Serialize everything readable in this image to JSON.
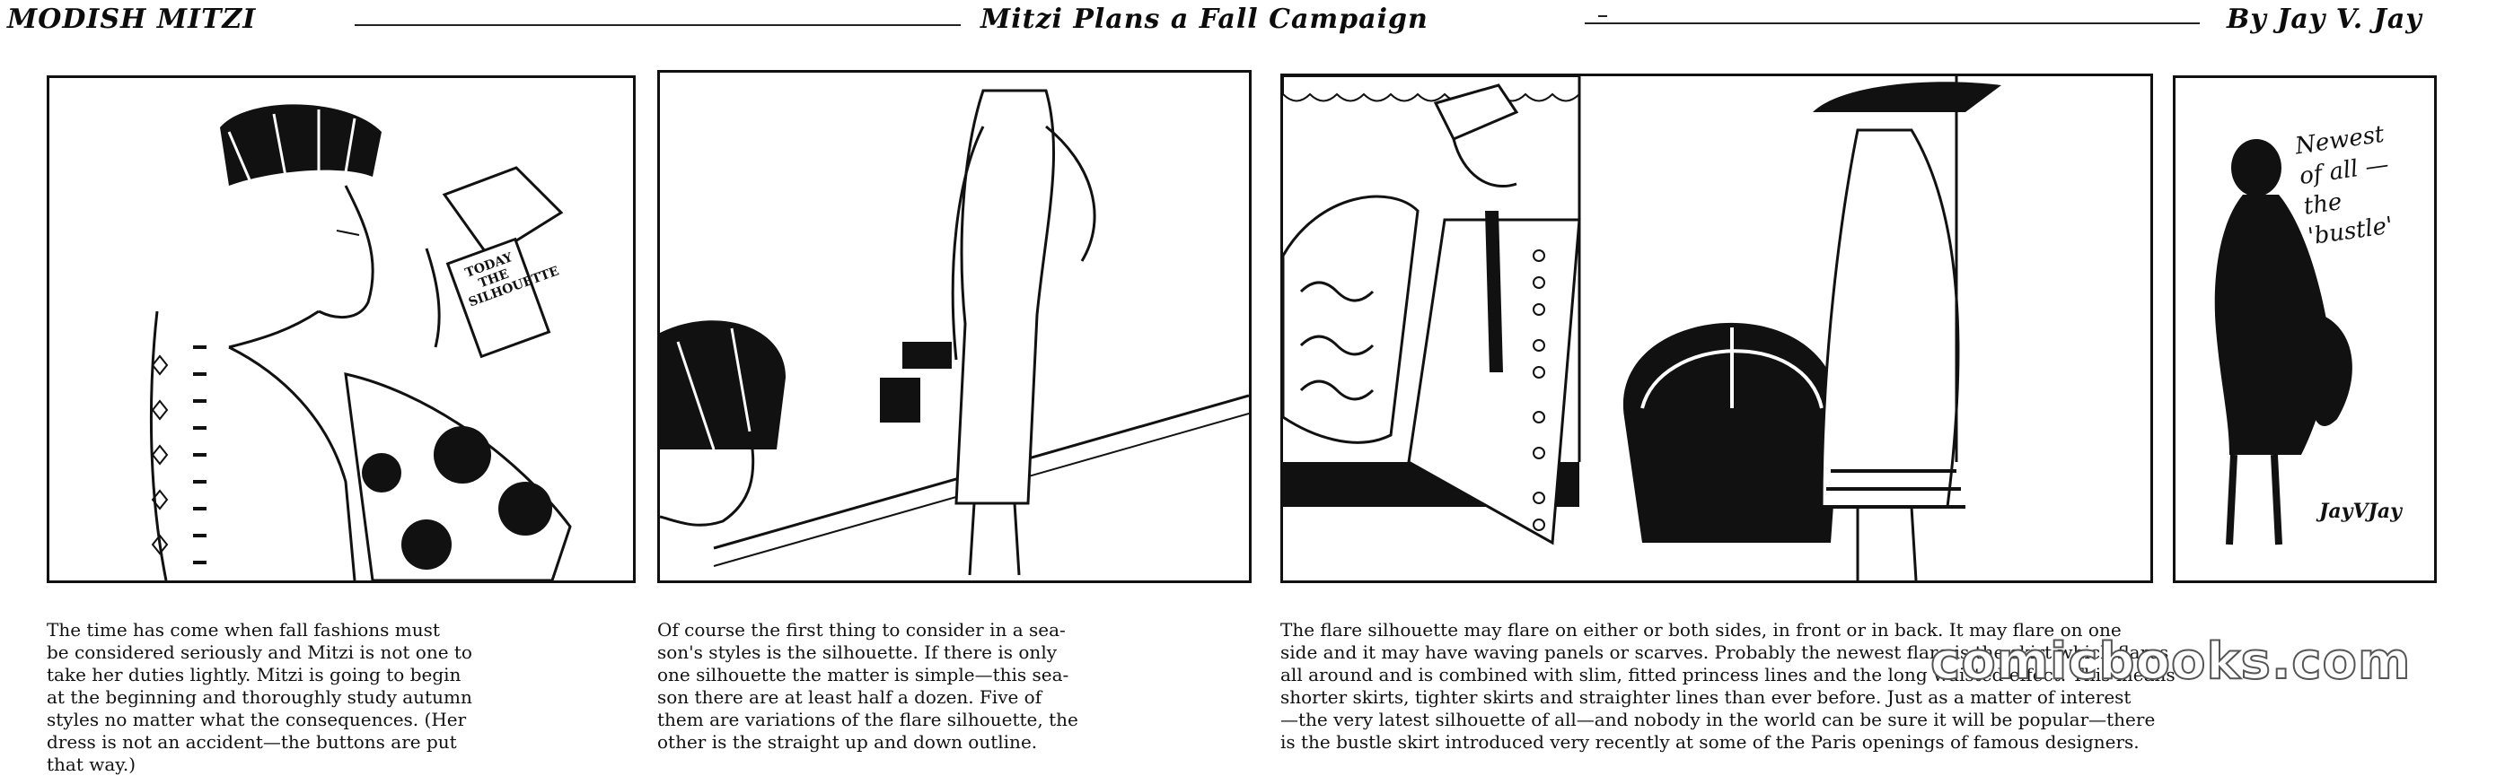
{
  "header": {
    "left_title": "MODISH MITZI",
    "center_title": "Mitzi Plans a Fall Campaign",
    "right_byline": "By Jay V. Jay"
  },
  "panels": [
    {
      "id": "panel-1",
      "sign_text": "TODAY THE SILHOUETTE"
    },
    {
      "id": "panel-2"
    },
    {
      "id": "panel-3"
    },
    {
      "id": "panel-4",
      "handwritten_note": "Newest of all — the 'bustle'",
      "signature": "JayVJay"
    }
  ],
  "captions": {
    "c1": "The time has come when fall fashions must\nbe considered seriously and Mitzi is not one to\ntake her duties lightly.  Mitzi is going to begin\nat the beginning and thoroughly study autumn\nstyles no matter what the consequences.  (Her\ndress is not an accident—the buttons are put\nthat way.)",
    "c2": "Of course the first thing to consider in a sea-\nson's styles is the silhouette.  If there is only\none silhouette the matter is simple—this sea-\nson there are at least half a dozen.  Five of\nthem are variations of the flare silhouette, the\nother is the straight up and down outline.",
    "c3": "The flare silhouette may flare on either or both sides, in front or in back.  It may flare on one\nside and it may have waving panels or scarves.  Probably the newest flare is the skirt which flares\nall around and is combined with slim, fitted princess lines and the long waisted effect.  This means\nshorter skirts, tighter skirts and straighter lines than ever before.  Just as a matter of interest\n—the very latest silhouette of all—and nobody in the world can be sure it will be popular—there\nis the bustle skirt introduced very recently at some of the Paris openings of famous designers."
  },
  "watermark": "comicbooks.com"
}
